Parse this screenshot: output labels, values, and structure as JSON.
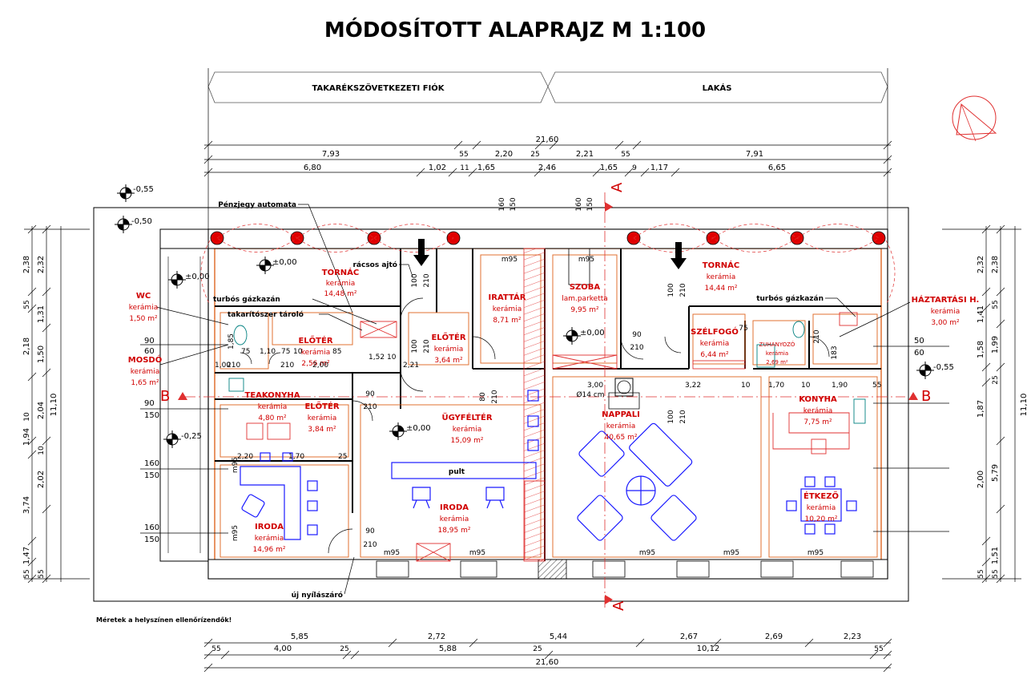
{
  "title": "MÓDOSÍTOTT ALAPRAJZ  M 1:100",
  "bands": {
    "left": "TAKARÉKSZÖVETKEZETI FIÓK",
    "right": "LAKÁS"
  },
  "note": "Méretek a helyszínen ellenőrízendők!",
  "section_markers": {
    "a_top": "A",
    "a_bottom": "A",
    "b_left": "B",
    "b_right": "B"
  },
  "pult_label": "pult",
  "callouts": [
    {
      "id": "penzjegy",
      "text": "Pénzjegy automata"
    },
    {
      "id": "racsos",
      "text": "rácsos ajtó"
    },
    {
      "id": "turbos-left",
      "text": "turbós gázkazán"
    },
    {
      "id": "takarito",
      "text": "takarítószer tároló"
    },
    {
      "id": "turbos-right",
      "text": "turbós gázkazán"
    },
    {
      "id": "uj-nyilaszaro",
      "text": "új nyílászáró"
    },
    {
      "id": "zuhanyozo",
      "text": "ZUHANYOZÓ"
    },
    {
      "id": "kemeny",
      "text": "Ø14 cm"
    }
  ],
  "rooms": [
    {
      "id": "tornac-left",
      "name": "TORNÁC",
      "floor": "kerámia",
      "area": "14,48 m²"
    },
    {
      "id": "wc",
      "name": "WC",
      "floor": "kerámia",
      "area": "1,50 m²"
    },
    {
      "id": "mosdo",
      "name": "MOSDÓ",
      "floor": "kerámia",
      "area": "1,65 m²"
    },
    {
      "id": "eloter-1",
      "name": "ELŐTÉR",
      "floor": "kerámia",
      "area": "2,56 m²"
    },
    {
      "id": "eloter-2",
      "name": "ELŐTÉR",
      "floor": "kerámia",
      "area": "3,64 m²"
    },
    {
      "id": "irattar",
      "name": "IRATTÁR",
      "floor": "kerámia",
      "area": "8,71 m²"
    },
    {
      "id": "szoba",
      "name": "SZOBA",
      "floor": "lam.parketta",
      "area": "9,95 m²"
    },
    {
      "id": "tornac-right",
      "name": "TORNÁC",
      "floor": "kerámia",
      "area": "14,44 m²"
    },
    {
      "id": "haztartasi",
      "name": "HÁZTARTÁSI H.",
      "floor": "kerámia",
      "area": "3,00 m²"
    },
    {
      "id": "szelfogo",
      "name": "SZÉLFOGÓ",
      "floor": "kerámia",
      "area": "6,44 m²"
    },
    {
      "id": "zuhanyozo-area",
      "name": "",
      "floor": "kerámia",
      "area": "2,69 m²"
    },
    {
      "id": "teakonyha",
      "name": "TEAKONYHA",
      "floor": "kerámia",
      "area": "4,80 m²"
    },
    {
      "id": "eloter-3",
      "name": "ELŐTÉR",
      "floor": "kerámia",
      "area": "3,84 m²"
    },
    {
      "id": "ugyfelter",
      "name": "ÜGYFÉLTÉR",
      "floor": "kerámia",
      "area": "15,09 m²"
    },
    {
      "id": "nappali",
      "name": "NAPPALI",
      "floor": "kerámia",
      "area": "40,65 m²"
    },
    {
      "id": "konyha",
      "name": "KONYHA",
      "floor": "kerámia",
      "area": "7,75 m²"
    },
    {
      "id": "iroda-1",
      "name": "IRODA",
      "floor": "kerámia",
      "area": "14,96 m²"
    },
    {
      "id": "iroda-2",
      "name": "IRODA",
      "floor": "kerámia",
      "area": "18,95 m²"
    },
    {
      "id": "etkezo",
      "name": "ÉTKEZŐ",
      "floor": "kerámia",
      "area": "10,20 m²"
    }
  ],
  "levels": [
    "-0,55",
    "-0,50",
    "±0,00",
    "±0,00",
    "±0,00",
    "-0,25",
    "±0,00",
    "-0,55"
  ],
  "top_dims": {
    "total": "21,60",
    "row2": [
      "7,93",
      "55",
      "2,20",
      "25",
      "2,21",
      "55",
      "7,91"
    ],
    "row3": [
      "6,80",
      "1,02",
      "11",
      "1,65",
      "2,46",
      "1,65",
      "9",
      "1,17",
      "6,65"
    ]
  },
  "bottom_dims": {
    "row1": [
      "5,85",
      "2,72",
      "5,44",
      "2,67",
      "2,69",
      "2,23"
    ],
    "row2": [
      "55",
      "4,00",
      "25",
      "5,88",
      "25",
      "10,12",
      "55"
    ],
    "total": "21,60"
  },
  "left_dims": {
    "outer": [
      "2,38",
      "55",
      "2,18",
      "10",
      "1,94",
      "3,74",
      "1,47",
      "55"
    ],
    "inner": [
      "2,32",
      "1,31",
      "1,50",
      "2,04",
      "10",
      "2,02",
      "55"
    ],
    "total": "11,10"
  },
  "right_dims": {
    "outer": [
      "2,38",
      "55",
      "1,99",
      "25",
      "5,79",
      "1,51",
      "55"
    ],
    "inner": [
      "2,32",
      "1,41",
      "1,58",
      "1,87",
      "2,00",
      "55"
    ],
    "total": "11,10"
  },
  "window_labels": [
    "160",
    "150",
    "160",
    "150",
    "m95",
    "m95",
    "m95",
    "m95",
    "m95",
    "m95",
    "m95",
    "m95",
    "m95"
  ],
  "door_labels": [
    "100",
    "210",
    "100",
    "210",
    "90",
    "210",
    "90",
    "210",
    "90",
    "210",
    "100",
    "210",
    "100",
    "210",
    "80",
    "210",
    "75",
    "210"
  ],
  "interior_dims": [
    "75",
    "1,10",
    "75",
    "10",
    "85",
    "1,52",
    "10",
    "2,21",
    "2,20",
    "1,70",
    "25",
    "3,00",
    "3,22",
    "10",
    "1,70",
    "10",
    "1,90",
    "55",
    "50",
    "60",
    "90",
    "60",
    "90",
    "150",
    "160",
    "150",
    "160",
    "150",
    "183",
    "1,85",
    "1,00",
    "210",
    "210",
    "2,00"
  ]
}
